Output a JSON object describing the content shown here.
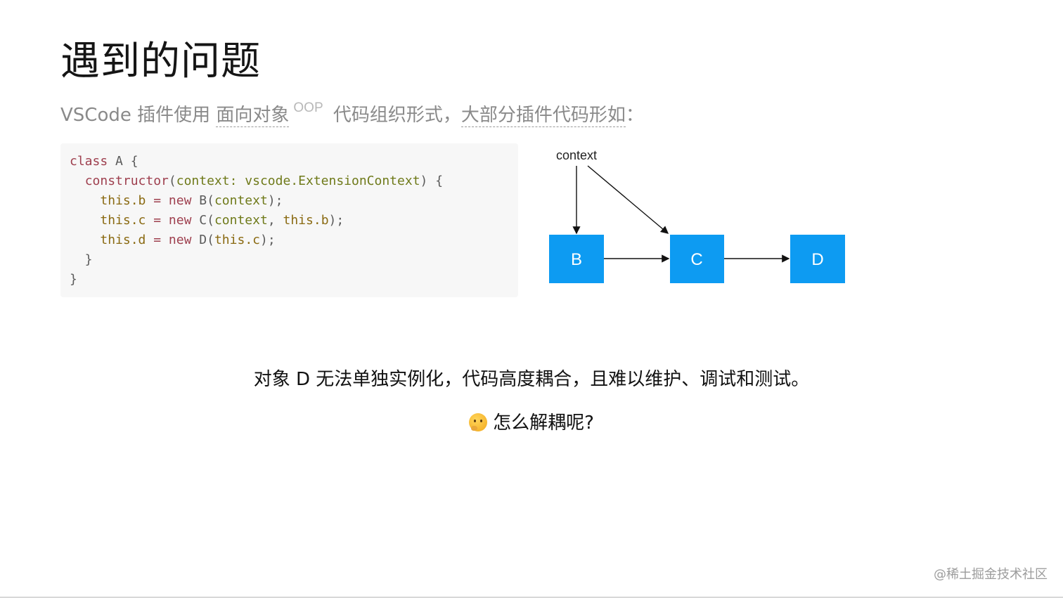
{
  "slide": {
    "title": "遇到的问题",
    "subtitle": {
      "part1": "VSCode 插件使用 ",
      "term": "面向对象",
      "sup": "OOP",
      "part2": " 代码组织形式，",
      "term2": "大部分插件代码形如",
      "part3": "："
    }
  },
  "code": {
    "lines": [
      [
        {
          "t": "class",
          "c": "kw"
        },
        {
          "t": " A {",
          "c": "plain"
        }
      ],
      [
        {
          "t": "  ",
          "c": "plain"
        },
        {
          "t": "constructor",
          "c": "fn"
        },
        {
          "t": "(",
          "c": "plain"
        },
        {
          "t": "context: vscode.ExtensionContext",
          "c": "param"
        },
        {
          "t": ") {",
          "c": "plain"
        }
      ],
      [
        {
          "t": "    ",
          "c": "plain"
        },
        {
          "t": "this",
          "c": "this"
        },
        {
          "t": ".b",
          "c": "this"
        },
        {
          "t": " = ",
          "c": "op"
        },
        {
          "t": "new",
          "c": "op"
        },
        {
          "t": " B(",
          "c": "plain"
        },
        {
          "t": "context",
          "c": "param"
        },
        {
          "t": ");",
          "c": "plain"
        }
      ],
      [
        {
          "t": "    ",
          "c": "plain"
        },
        {
          "t": "this",
          "c": "this"
        },
        {
          "t": ".c",
          "c": "this"
        },
        {
          "t": " = ",
          "c": "op"
        },
        {
          "t": "new",
          "c": "op"
        },
        {
          "t": " C(",
          "c": "plain"
        },
        {
          "t": "context",
          "c": "param"
        },
        {
          "t": ", ",
          "c": "plain"
        },
        {
          "t": "this",
          "c": "this"
        },
        {
          "t": ".b",
          "c": "this"
        },
        {
          "t": ");",
          "c": "plain"
        }
      ],
      [
        {
          "t": "    ",
          "c": "plain"
        },
        {
          "t": "this",
          "c": "this"
        },
        {
          "t": ".d",
          "c": "this"
        },
        {
          "t": " = ",
          "c": "op"
        },
        {
          "t": "new",
          "c": "op"
        },
        {
          "t": " D(",
          "c": "plain"
        },
        {
          "t": "this",
          "c": "this"
        },
        {
          "t": ".c",
          "c": "this"
        },
        {
          "t": ");",
          "c": "plain"
        }
      ],
      [
        {
          "t": "  }",
          "c": "plain"
        }
      ],
      [
        {
          "t": "}",
          "c": "plain"
        }
      ]
    ]
  },
  "diagram": {
    "context_label": "context",
    "node_b": "B",
    "node_c": "C",
    "node_d": "D",
    "node_color": "#0d9bf2"
  },
  "statement": "对象 D 无法单独实例化，代码高度耦合，且难以维护、调试和测试。",
  "question": {
    "icon": "thinking-face-emoji",
    "text": "怎么解耦呢?"
  },
  "watermark": "@稀土掘金技术社区"
}
